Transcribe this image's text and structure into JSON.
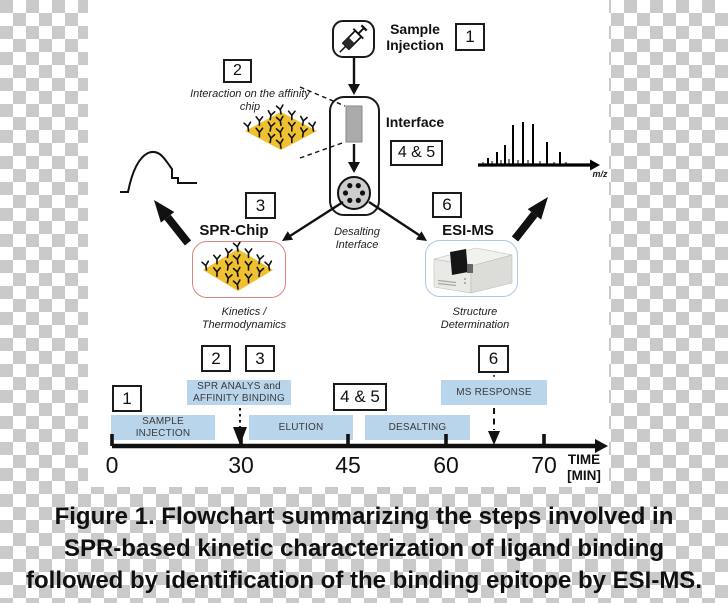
{
  "flow": {
    "step1": "1",
    "sample_line1": "Sample",
    "sample_line2": "Injection",
    "step2": "2",
    "interaction_line1": "Interaction on the affinity",
    "interaction_line2": "chip",
    "interface_label": "Interface",
    "step45": "4 & 5",
    "step3": "3",
    "spr_chip_title": "SPR-Chip",
    "kinetics_line1": "Kinetics /",
    "kinetics_line2": "Thermodynamics",
    "desalting_line1": "Desalting",
    "desalting_line2": "Interface",
    "step6": "6",
    "esi_ms_title": "ESI-MS",
    "structure_line1": "Structure",
    "structure_line2": "Determination",
    "mz_label": "m/z"
  },
  "timeline": {
    "box1": "1",
    "box2": "2",
    "box3": "3",
    "box45": "4 & 5",
    "box6": "6",
    "bar_sample_line1": "SAMPLE",
    "bar_sample_line2": "INJECTION",
    "bar_spr_line1": "SPR ANALYS and",
    "bar_spr_line2": "AFFINITY BINDING",
    "bar_elution": "ELUTION",
    "bar_desalting": "DESALTING",
    "bar_ms": "MS RESPONSE",
    "ticks": [
      "0",
      "30",
      "45",
      "60",
      "70"
    ],
    "axis_label_line1": "TIME",
    "axis_label_line2": "[MIN]"
  },
  "caption": {
    "line1": "Figure 1. Flowchart summarizing the steps involved in",
    "line2": "SPR-based kinetic characterization of ligand binding",
    "line3": "followed by identification of the binding epitope by ESI-MS."
  },
  "colors": {
    "checker_gray": "#cacaca",
    "chip_yellow": "#efc02f",
    "bar_blue": "#b9d5ec",
    "spr_border": "#e0847c",
    "esi_border": "#aac7e4"
  }
}
